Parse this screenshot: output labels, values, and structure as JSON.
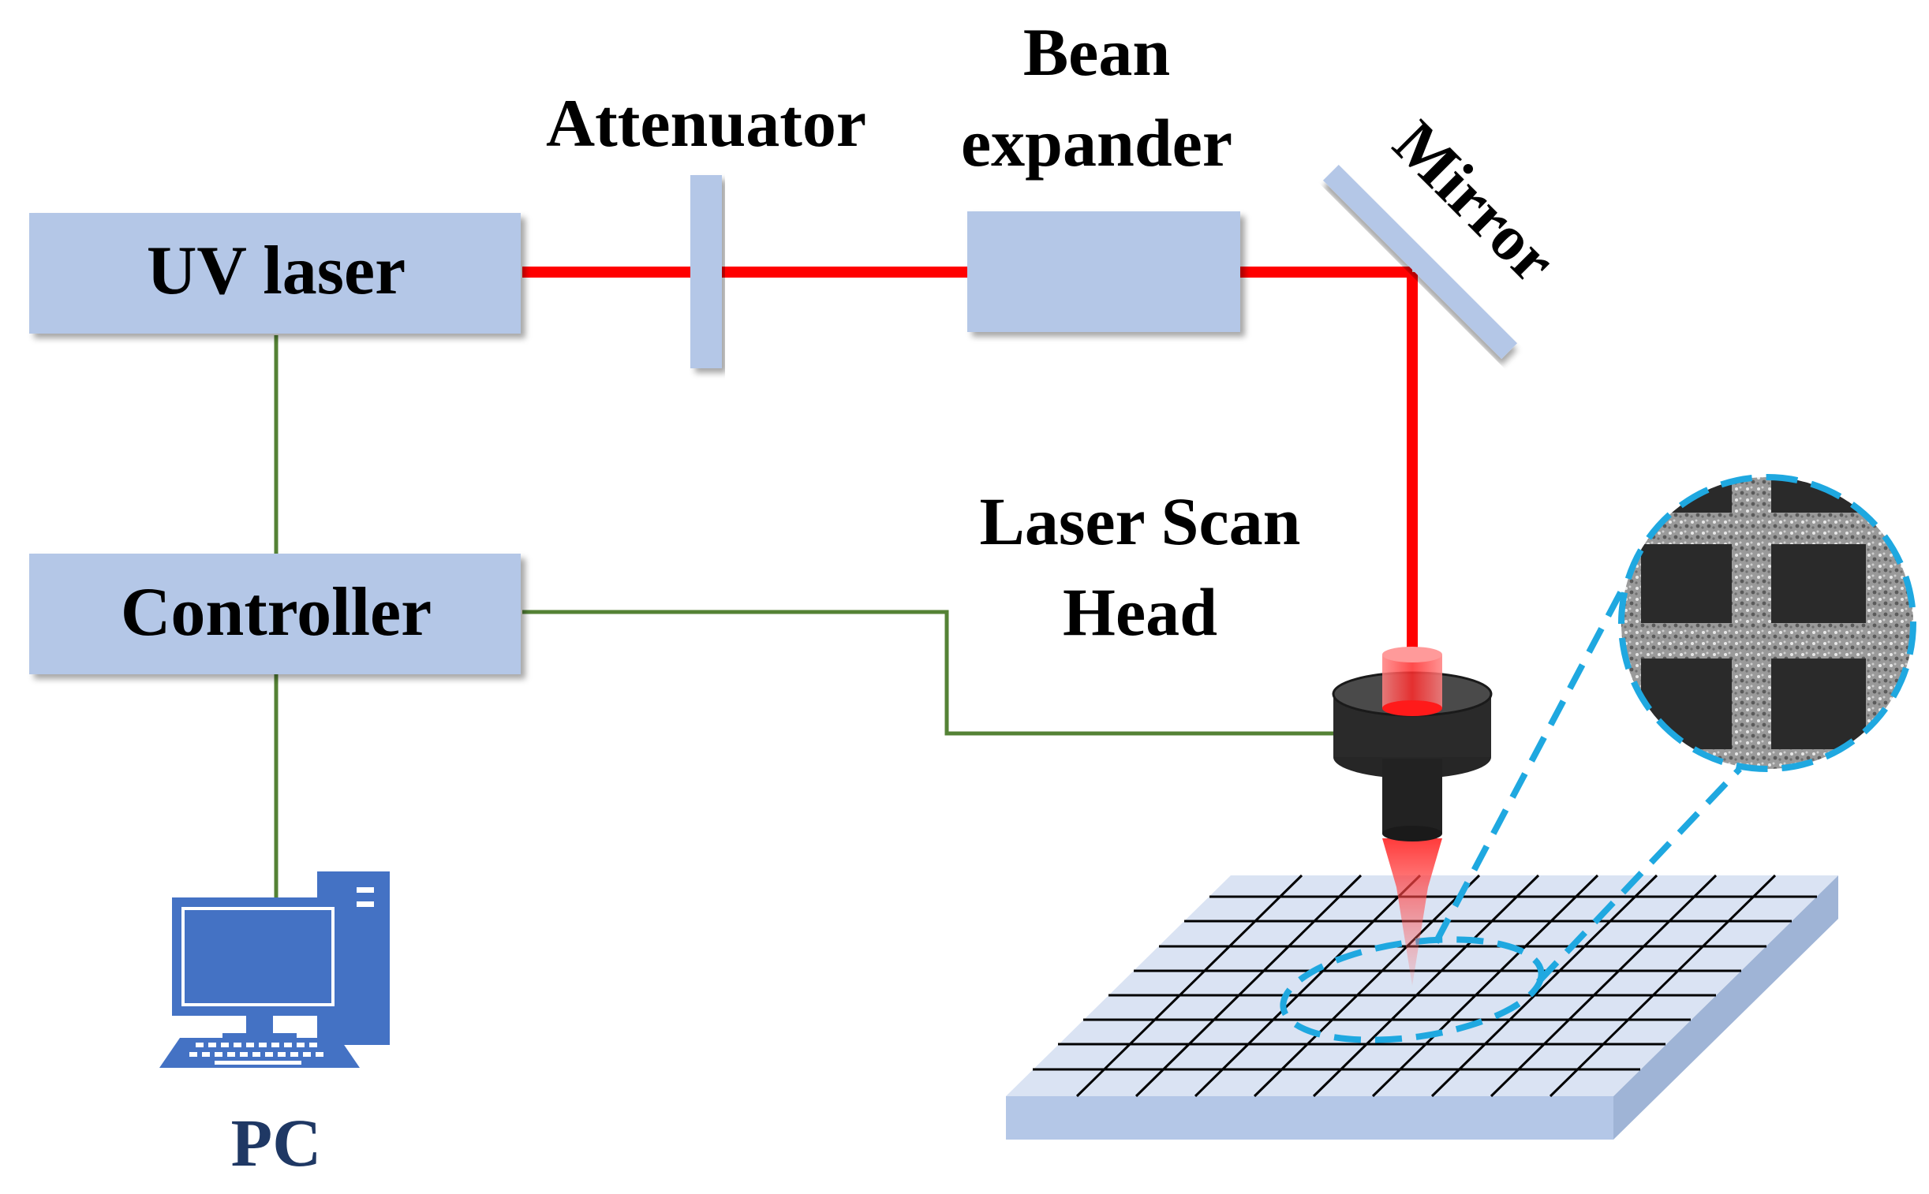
{
  "diagram": {
    "components": {
      "uv_laser": "UV laser",
      "controller": "Controller",
      "attenuator": "Attenuator",
      "beam_expander_line1": "Bean",
      "beam_expander_line2": "expander",
      "mirror": "Mirror",
      "scan_head_line1": "Laser Scan",
      "scan_head_line2": "Head",
      "pc": "PC"
    },
    "icons": {
      "pc": "desktop-computer-icon",
      "sem_inset": "micrograph-grid-inset"
    },
    "colors": {
      "box_fill": "#b4c7e7",
      "laser_beam": "#ff0000",
      "signal_wire": "#548235",
      "pc_icon": "#4472c4",
      "pc_label": "#1f3864",
      "zoom_outline": "#1fa8e0",
      "substrate_top": "#dae3f3",
      "substrate_side": "#b4c7e7"
    }
  }
}
